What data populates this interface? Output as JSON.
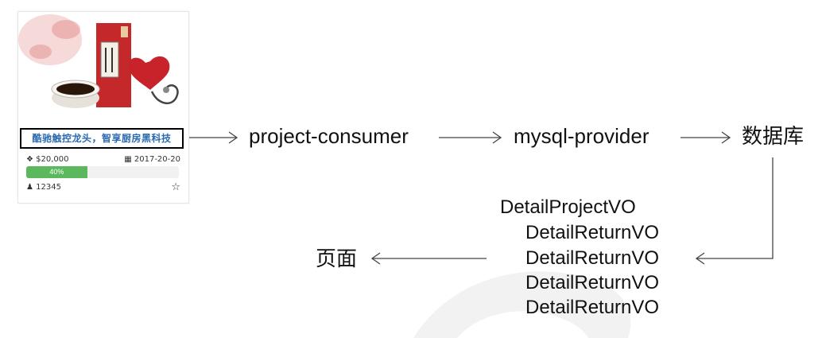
{
  "card": {
    "title": "酷驰触控龙头，智享厨房黑科技",
    "amount": "$20,000",
    "date": "2017-20-20",
    "progress_label": "40%",
    "progress_value": 0.4,
    "supporters": "12345",
    "icons": {
      "amount": "cube-icon",
      "date": "calendar-icon",
      "supporters": "user-icon",
      "favorite": "star-outline-icon"
    },
    "progress_color": "#5cb85c",
    "title_color": "#2a6ab0"
  },
  "diagram": {
    "consumer": "project-consumer",
    "provider": "mysql-provider",
    "database": "数据库",
    "page": "页面",
    "vo_project": "DetailProjectVO",
    "vo_returns": [
      "DetailReturnVO",
      "DetailReturnVO",
      "DetailReturnVO",
      "DetailReturnVO"
    ]
  }
}
